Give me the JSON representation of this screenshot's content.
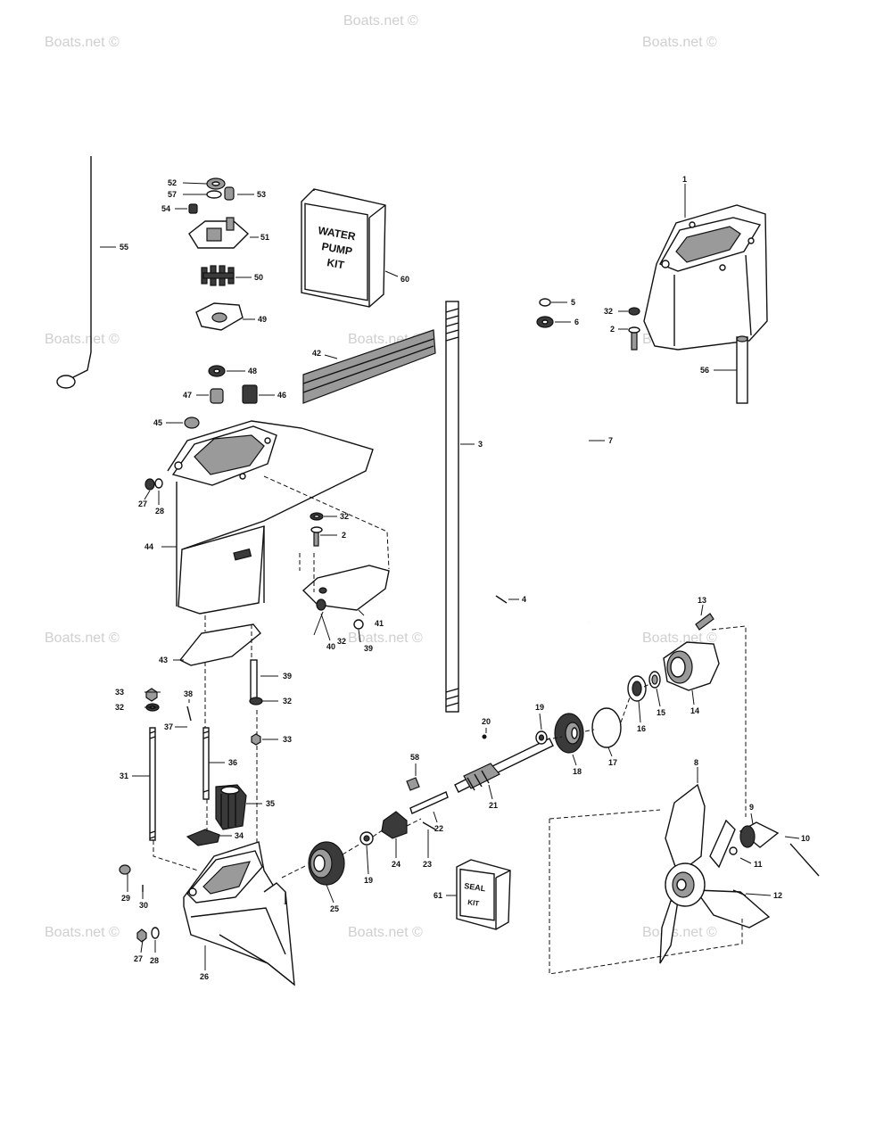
{
  "watermark": "Boats.net ©",
  "callouts": [
    "1",
    "2",
    "3",
    "4",
    "5",
    "6",
    "7",
    "8",
    "9",
    "10",
    "11",
    "12",
    "13",
    "14",
    "15",
    "16",
    "17",
    "18",
    "19",
    "20",
    "21",
    "22",
    "23",
    "24",
    "25",
    "26",
    "27",
    "28",
    "29",
    "30",
    "31",
    "32",
    "33",
    "34",
    "35",
    "36",
    "37",
    "38",
    "39",
    "40",
    "41",
    "42",
    "43",
    "44",
    "45",
    "46",
    "47",
    "48",
    "49",
    "50",
    "51",
    "52",
    "53",
    "54",
    "55",
    "56",
    "57",
    "58",
    "60",
    "61"
  ],
  "kits": {
    "water_pump": [
      "WATER",
      "PUMP",
      "KIT"
    ],
    "seal": [
      "SEAL",
      "KIT"
    ]
  }
}
